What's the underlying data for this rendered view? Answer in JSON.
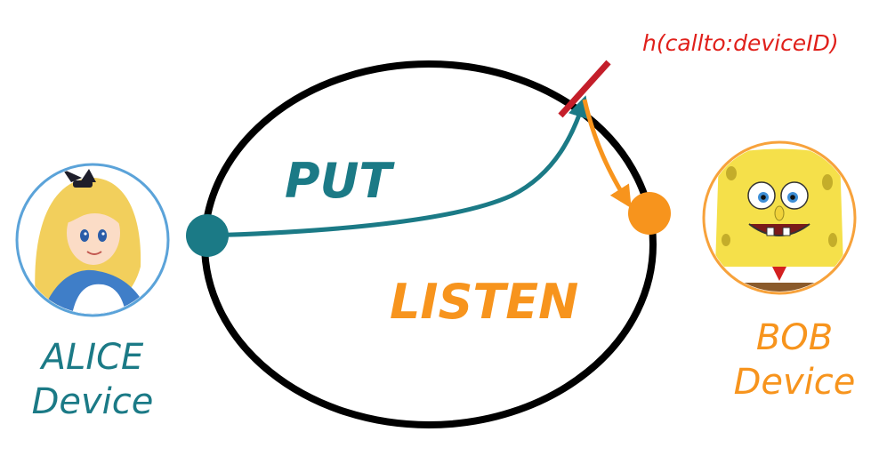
{
  "labels": {
    "put": "PUT",
    "listen": "LISTEN",
    "hash": "h(callto:deviceID)"
  },
  "alice": {
    "line1": "ALICE",
    "line2": "Device",
    "avatar_icon": "alice-cartoon-avatar"
  },
  "bob": {
    "line1": "BOB",
    "line2": "Device",
    "avatar_icon": "spongebob-cartoon-avatar"
  },
  "colors": {
    "ring": "#000000",
    "put": "#1b7a86",
    "listen": "#f7941d",
    "hash": "#e0201b",
    "marker": "#c41e2a",
    "alice_border": "#5ba3d9",
    "bob_border": "#f7a23b"
  }
}
